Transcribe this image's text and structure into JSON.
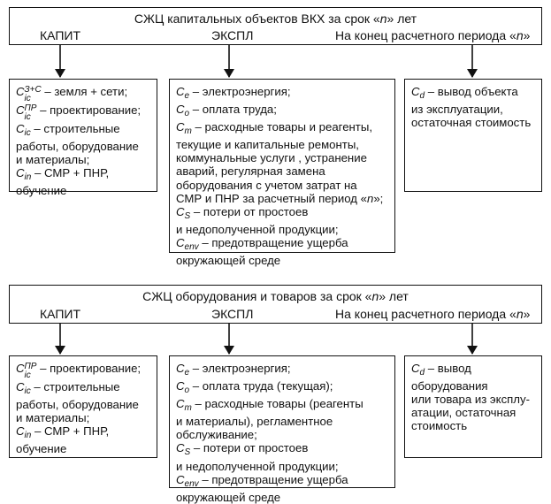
{
  "top": {
    "title": "СЖЦ капитальных объектов ВКХ за срок «n» лет",
    "title_prefix": "СЖЦ капитальных объектов ВКХ за срок «",
    "title_n": "n",
    "title_suffix": "» лет",
    "label_kapit": "КАПИТ",
    "label_ekspl": "ЭКСПЛ",
    "label_end_prefix": "На конец расчетного периода «",
    "label_end_n": "n",
    "label_end_suffix": "»",
    "box_kapit": {
      "c_land_sym": "C",
      "c_land_sub": "ic",
      "c_land_sup": "З+С",
      "c_land_text": " – земля + сети;",
      "c_proj_sym": "C",
      "c_proj_sub": "ic",
      "c_proj_sup": "ПР",
      "c_proj_text": " – проектирование;",
      "c_build_sym": "C",
      "c_build_sub": "ic",
      "c_build_text_1": " – строительные",
      "c_build_text_2": "работы, оборудование",
      "c_build_text_3": "и материалы;",
      "c_in_sym": "C",
      "c_in_sub": "in",
      "c_in_text": " – СМР + ПНР,",
      "c_in_text_2": "обучение"
    },
    "box_ekspl": {
      "e_sym": "C",
      "e_sub": "e",
      "e_text": " – электроэнергия;",
      "o_sym": "C",
      "o_sub": "o",
      "o_text": " – оплата труда;",
      "m_sym": "C",
      "m_sub": "m",
      "m_text": " – расходные товары и реагенты,",
      "m_2": "текущие и капитальные ремонты,",
      "m_3": "коммунальные услуги , устранение",
      "m_4": "аварий, регулярная замена",
      "m_5": "оборудования с учетом затрат на",
      "m_6_prefix": "СМР и ПНР за расчетный период «",
      "m_6_n": "n",
      "m_6_suffix": "»;",
      "s_sym": "C",
      "s_sub": "S",
      "s_text": " – потери от простоев",
      "s_2": "и недополученной продукции;",
      "env_sym": "C",
      "env_sub": "env",
      "env_text": " – предотвращение ущерба",
      "env_2": "окружающей среде"
    },
    "box_end": {
      "d_sym": "C",
      "d_sub": "d",
      "d_text": " – вывод объекта",
      "d_2": "из эксплуатации,",
      "d_3": "остаточная стоимость"
    }
  },
  "bottom": {
    "title": "СЖЦ оборудования и товаров за срок «n» лет",
    "title_prefix": "СЖЦ оборудования и товаров за срок «",
    "title_n": "n",
    "title_suffix": "» лет",
    "label_kapit": "КАПИТ",
    "label_ekspl": "ЭКСПЛ",
    "label_end_prefix": "На конец расчетного периода «",
    "label_end_n": "n",
    "label_end_suffix": "»",
    "box_kapit": {
      "c_proj_sym": "C",
      "c_proj_sub": "ic",
      "c_proj_sup": "ПР",
      "c_proj_text": " – проектирование;",
      "c_build_sym": "C",
      "c_build_sub": "ic",
      "c_build_text_1": " – строительные",
      "c_build_text_2": "работы, оборудование",
      "c_build_text_3": "и материалы;",
      "c_in_sym": "C",
      "c_in_sub": "in",
      "c_in_text": " – СМР + ПНР,",
      "c_in_text_2": "обучение"
    },
    "box_ekspl": {
      "e_sym": "C",
      "e_sub": "e",
      "e_text": " – электроэнергия;",
      "o_sym": "C",
      "o_sub": "o",
      "o_text": " – оплата труда (текущая);",
      "m_sym": "C",
      "m_sub": "m",
      "m_text": " – расходные товары (реагенты",
      "m_2": "и материалы), регламентное",
      "m_3": "обслуживание;",
      "s_sym": "C",
      "s_sub": "S",
      "s_text": " – потери от простоев",
      "s_2": "и недополученной продукции;",
      "env_sym": "C",
      "env_sub": "env",
      "env_text": " – предотвращение ущерба",
      "env_2": "окружающей среде"
    },
    "box_end": {
      "d_sym": "C",
      "d_sub": "d",
      "d_text": " – вывод",
      "d_2": "оборудования",
      "d_3": "или товара из эксплу-",
      "d_4": "атации, остаточная",
      "d_5": "стоимость"
    }
  }
}
